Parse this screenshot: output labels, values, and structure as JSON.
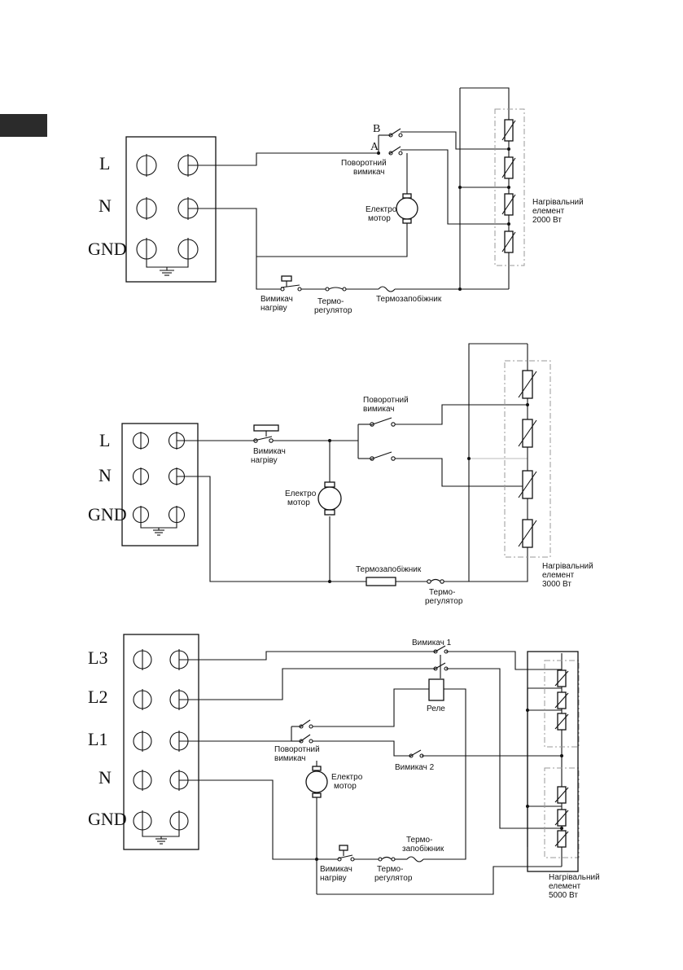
{
  "diagram1": {
    "terminals": [
      "L",
      "N",
      "GND"
    ],
    "switch_pos_b": "B",
    "switch_pos_a": "A",
    "rotary_switch_line1": "Поворотний",
    "rotary_switch_line2": "вимикач",
    "motor_line1": "Електро",
    "motor_line2": "мотор",
    "heater_line1": "Нагрівальний",
    "heater_line2": "елемент",
    "heater_line3": "2000 Вт",
    "heat_switch_line1": "Вимикач",
    "heat_switch_line2": "нагріву",
    "thermostat_line1": "Термо-",
    "thermostat_line2": "регулятор",
    "fuse": "Термозапобіжник"
  },
  "diagram2": {
    "terminals": [
      "L",
      "N",
      "GND"
    ],
    "rotary_switch_line1": "Поворотний",
    "rotary_switch_line2": "вимикач",
    "heat_switch_line1": "Вимикач",
    "heat_switch_line2": "нагріву",
    "motor_line1": "Електро",
    "motor_line2": "мотор",
    "fuse": "Термозапобіжник",
    "thermostat_line1": "Термо-",
    "thermostat_line2": "регулятор",
    "heater_line1": "Нагрівальний",
    "heater_line2": "елемент",
    "heater_line3": "3000 Вт"
  },
  "diagram3": {
    "terminals": [
      "L3",
      "L2",
      "L1",
      "N",
      "GND"
    ],
    "switch1": "Вимикач 1",
    "relay": "Реле",
    "switch2": "Вимикач 2",
    "rotary_switch_line1": "Поворотний",
    "rotary_switch_line2": "вимикач",
    "motor_line1": "Електро",
    "motor_line2": "мотор",
    "fuse_line1": "Термо-",
    "fuse_line2": "запобіжник",
    "heat_switch_line1": "Вимикач",
    "heat_switch_line2": "нагріву",
    "thermostat_line1": "Термо-",
    "thermostat_line2": "регулятор",
    "heater_line1": "Нагрівальний",
    "heater_line2": "елемент",
    "heater_line3": "5000 Вт"
  }
}
